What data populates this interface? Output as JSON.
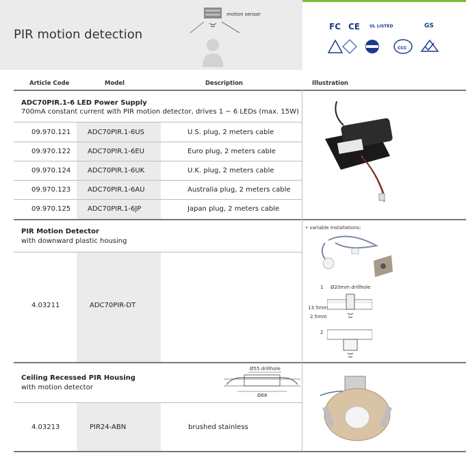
{
  "page": {
    "title": "PIR motion detection",
    "sensor_label": "motion sensor",
    "certifications": [
      "FC",
      "CE",
      "UL LISTED",
      "GS"
    ]
  },
  "columns": {
    "article_code": "Article Code",
    "model": "Model",
    "description": "Description",
    "illustration": "Illustration"
  },
  "section1": {
    "title": "ADC70PIR.1-6 LED Power Supply",
    "subtitle": "700mA constant current with PIR motion detector, drives 1 ~ 6 LEDs (max. 15W)",
    "rows": [
      {
        "code": "09.970.121",
        "model": "ADC70PIR.1-6US",
        "desc": "U.S. plug, 2 meters cable"
      },
      {
        "code": "09.970.122",
        "model": "ADC70PIR.1-6EU",
        "desc": "Euro plug, 2 meters cable"
      },
      {
        "code": "09.970.124",
        "model": "ADC70PIR.1-6UK",
        "desc": "U.K. plug, 2 meters cable"
      },
      {
        "code": "09.970.123",
        "model": "ADC70PIR.1-6AU",
        "desc": "Australia plug, 2 meters cable"
      },
      {
        "code": "09.970.125",
        "model": "ADC70PIR.1-6JP",
        "desc": "Japan plug, 2 meters cable"
      }
    ]
  },
  "section2": {
    "title": "PIR Motion Detector",
    "subtitle": "with downward plastic housing",
    "code": "4.03211",
    "model": "ADC70PIR-DT",
    "illus_note": "• variable installations:",
    "mark1": "1",
    "drill": "Ø20mm drillhole",
    "dim1": "13.5mm",
    "dim2": "2.5mm",
    "mark2": "2"
  },
  "section3": {
    "title": "Ceiling Recessed PIR Housing",
    "subtitle": "with motion detector",
    "drill": "Ø55 drillhole",
    "dia": "Ø68",
    "code": "4.03213",
    "model": "PIR24-ABN",
    "desc": "brushed stainless"
  }
}
